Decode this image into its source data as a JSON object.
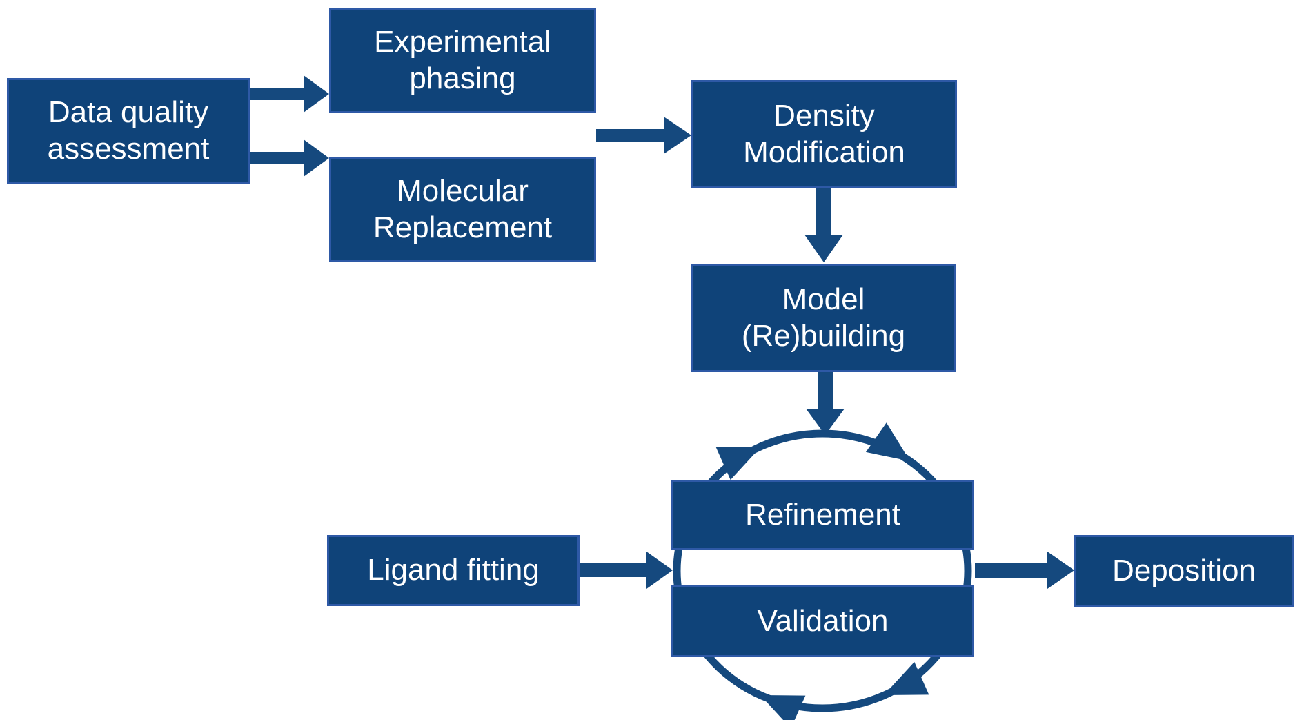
{
  "diagram": {
    "nodes": {
      "data_quality": {
        "label": "Data quality\nassessment"
      },
      "experimental_phasing": {
        "label": "Experimental\nphasing"
      },
      "molecular_replacement": {
        "label": "Molecular\nReplacement"
      },
      "density_modification": {
        "label": "Density\nModification"
      },
      "model_rebuilding": {
        "label": "Model\n(Re)building"
      },
      "refinement": {
        "label": "Refinement"
      },
      "validation": {
        "label": "Validation"
      },
      "ligand_fitting": {
        "label": "Ligand fitting"
      },
      "deposition": {
        "label": "Deposition"
      }
    },
    "arrows": [
      {
        "from": "data_quality",
        "to": "experimental_phasing"
      },
      {
        "from": "data_quality",
        "to": "molecular_replacement"
      },
      {
        "from": "experimental_phasing_or_molecular_replacement",
        "to": "density_modification"
      },
      {
        "from": "density_modification",
        "to": "model_rebuilding"
      },
      {
        "from": "model_rebuilding",
        "to": "refinement_validation_cycle"
      },
      {
        "from": "ligand_fitting",
        "to": "refinement_validation_cycle"
      },
      {
        "from": "refinement_validation_cycle",
        "to": "deposition"
      }
    ],
    "cycle": {
      "members": [
        "Refinement",
        "Validation"
      ],
      "direction": "clockwise",
      "arc_arrowheads": 4
    },
    "colors": {
      "box_fill": "#0f4379",
      "box_border": "#2e59a6",
      "arrow": "#15497e",
      "text": "#ffffff",
      "background": "#ffffff"
    }
  }
}
